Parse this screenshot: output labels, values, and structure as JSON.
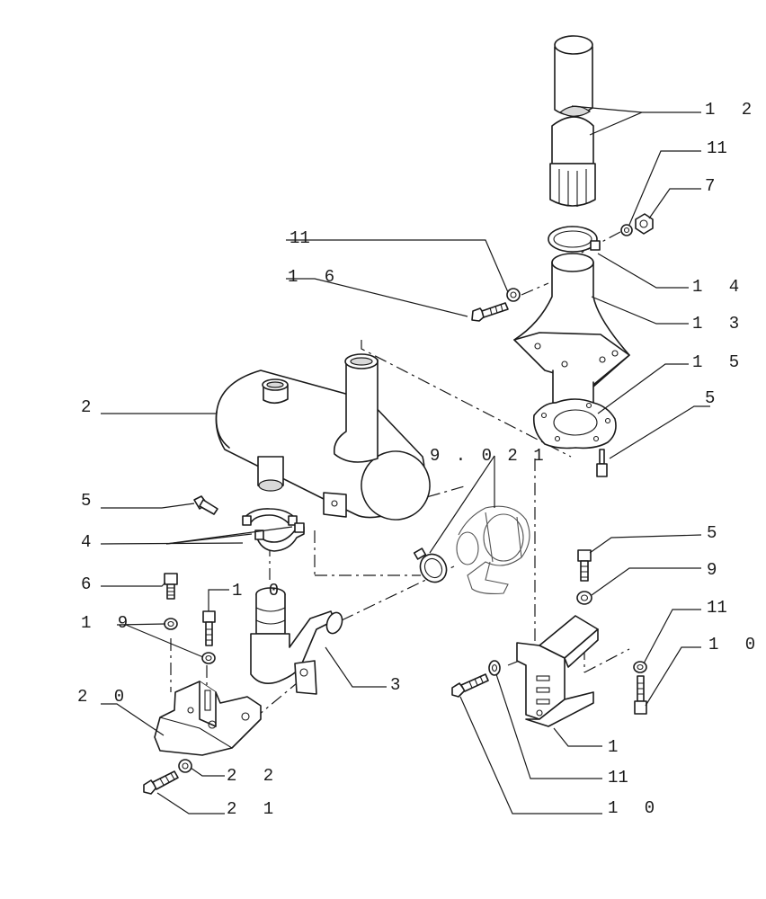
{
  "callouts": {
    "p12": "1 2",
    "p11_top": "11",
    "p7": "7",
    "p11_left": "11",
    "p16": "1 6",
    "p14": "1 4",
    "p13": "1 3",
    "p15": "1 5",
    "p5_right": "5",
    "p2": "2",
    "p9021": "9 . 0 2 1",
    "p5_left": "5",
    "p4": "4",
    "p10_mid": "1 0",
    "p6": "6",
    "p19": "1 9",
    "p3": "3",
    "p20": "2 0",
    "p22": "2 2",
    "p21": "2 1",
    "p5_bracket": "5",
    "p9": "9",
    "p11_right": "11",
    "p10_right": "1 0",
    "p1": "1",
    "p11_bottom": "11",
    "p10_bottom": "1 0"
  }
}
